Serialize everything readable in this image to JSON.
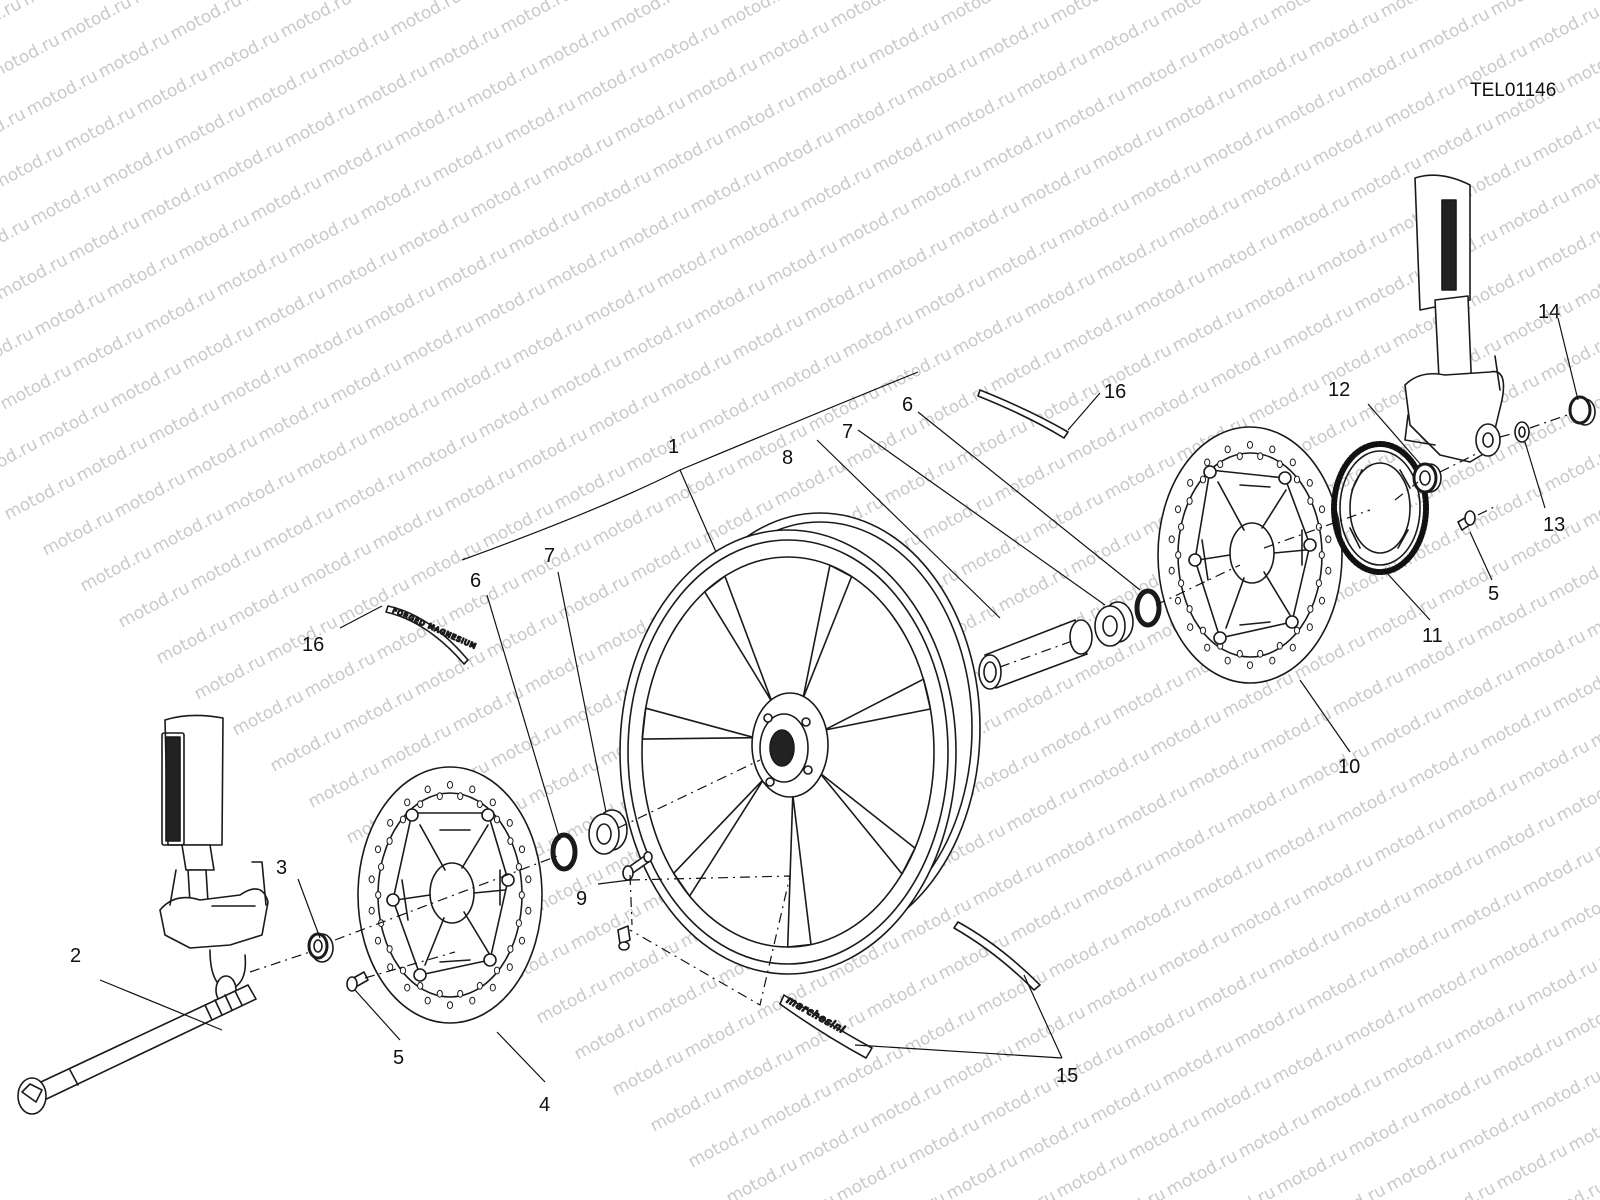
{
  "drawing_code": "TEL01146",
  "watermark": "motod.ru",
  "callouts": [
    {
      "id": "c1",
      "text": "1"
    },
    {
      "id": "c2",
      "text": "2"
    },
    {
      "id": "c3",
      "text": "3"
    },
    {
      "id": "c4",
      "text": "4"
    },
    {
      "id": "c5a",
      "text": "5"
    },
    {
      "id": "c5b",
      "text": "5"
    },
    {
      "id": "c6a",
      "text": "6"
    },
    {
      "id": "c6b",
      "text": "6"
    },
    {
      "id": "c7a",
      "text": "7"
    },
    {
      "id": "c7b",
      "text": "7"
    },
    {
      "id": "c8",
      "text": "8"
    },
    {
      "id": "c9",
      "text": "9"
    },
    {
      "id": "c10",
      "text": "10"
    },
    {
      "id": "c11",
      "text": "11"
    },
    {
      "id": "c12",
      "text": "12"
    },
    {
      "id": "c13",
      "text": "13"
    },
    {
      "id": "c14",
      "text": "14"
    },
    {
      "id": "c15",
      "text": "15"
    },
    {
      "id": "c16a",
      "text": "16"
    },
    {
      "id": "c16b",
      "text": "16"
    }
  ],
  "decal_texts": {
    "forged": "FORGED MAGNESIUM",
    "marchesini": "marchesini"
  }
}
